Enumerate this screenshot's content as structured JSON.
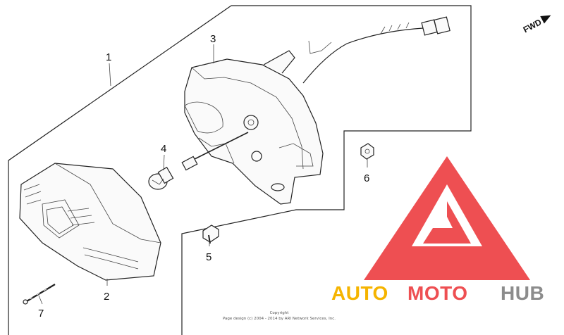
{
  "diagram": {
    "callouts": {
      "c1": "1",
      "c2": "2",
      "c3": "3",
      "c4": "4",
      "c5": "5",
      "c6": "6",
      "c7": "7"
    },
    "fwd_label": "FWD",
    "copyright_title": "Copyright",
    "copyright_text": "Page design (c) 2004 - 2014 by ARI Network Services, Inc."
  },
  "watermark": {
    "brand_part1": "AUTO",
    "brand_part2": "MOTO",
    "brand_part3": "HUB",
    "colors": {
      "logo_triangle": "#ee4f52",
      "auto": "#f5b400",
      "moto": "#ee4f52",
      "hub": "#8c8c8c"
    }
  }
}
